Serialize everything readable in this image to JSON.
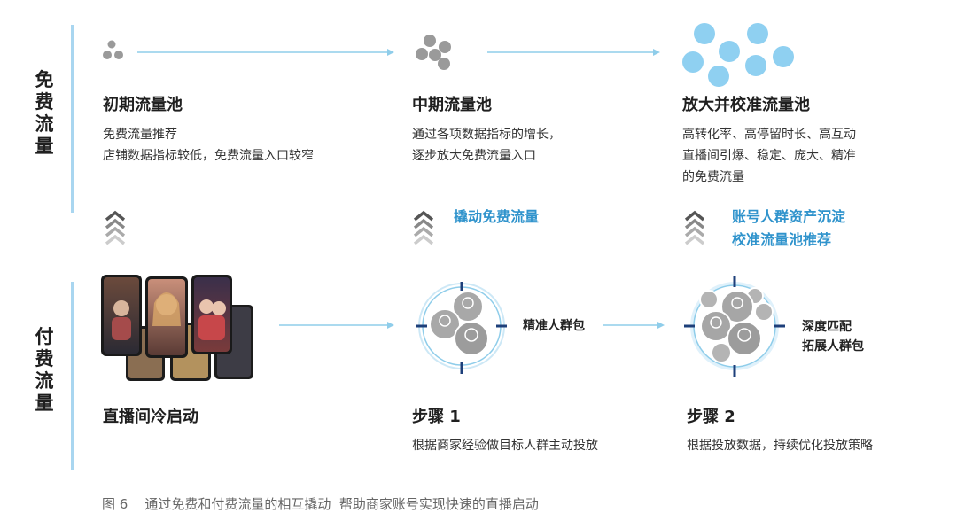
{
  "sections": {
    "free": "免费流量",
    "paid": "付费流量"
  },
  "free_stages": [
    {
      "title": "初期流量池",
      "lines": [
        "免费流量推荐",
        "店铺数据指标较低，免费流量入口较窄"
      ]
    },
    {
      "title": "中期流量池",
      "lines": [
        "通过各项数据指标的增长，",
        "逐步放大免费流量入口"
      ]
    },
    {
      "title": "放大并校准流量池",
      "lines": [
        "高转化率、高停留时长、高互动",
        "直播间引爆、稳定、庞大、精准",
        "的免费流量"
      ]
    }
  ],
  "connectors": [
    {
      "lines": []
    },
    {
      "lines": [
        "撬动免费流量"
      ]
    },
    {
      "lines": [
        "账号人群资产沉淀",
        "校准流量池推荐"
      ]
    }
  ],
  "paid_stages": [
    {
      "title": "直播间冷启动",
      "desc": ""
    },
    {
      "title": "步骤 1",
      "desc": "根据商家经验做目标人群主动投放",
      "tag": [
        "精准人群包"
      ]
    },
    {
      "title": "步骤 2",
      "desc": "根据投放数据，持续优化投放策略",
      "tag": [
        "深度匹配",
        "拓展人群包"
      ]
    }
  ],
  "caption": "图 6    通过免费和付费流量的相互撬动  帮助商家账号实现快速的直播启动",
  "colors": {
    "accent_blue": "#2f93cc",
    "light_blue_dot": "#8fd0f1",
    "gray_dot": "#9a9a9a",
    "bar": "#a9d6f0",
    "arrow": "#8fcdea"
  }
}
